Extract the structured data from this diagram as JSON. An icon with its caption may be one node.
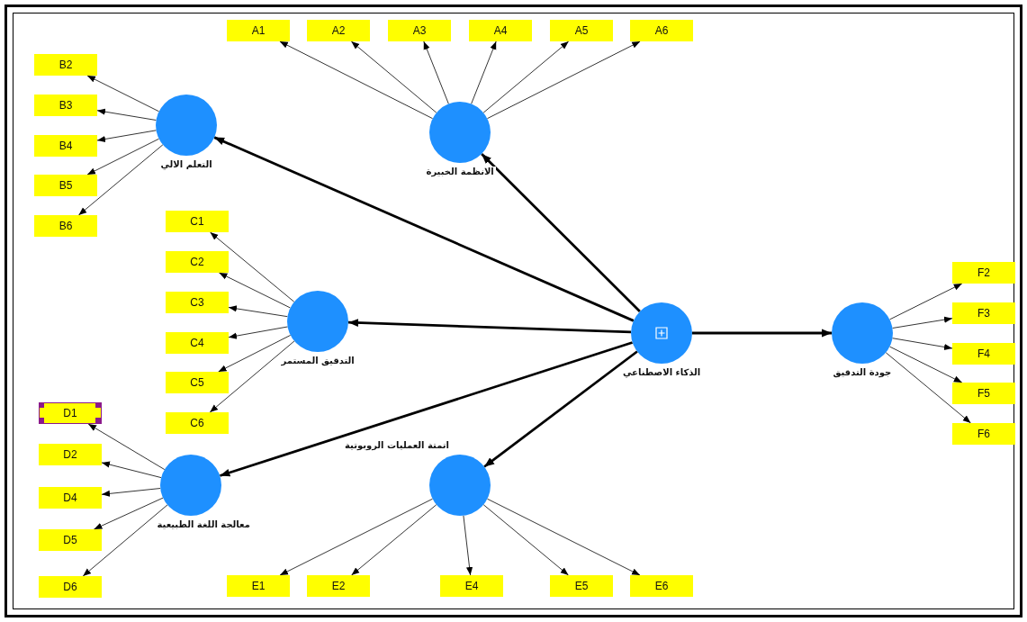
{
  "diagram": {
    "nodes": [
      {
        "text": [
          "الذكاء الاصطناعي"
        ]
      },
      {
        "text": [
          "الانظمة الخبيرة"
        ]
      },
      {
        "text": [
          "التعلم الالي"
        ]
      },
      {
        "text": [
          "التدقيق المستمر"
        ]
      },
      {
        "text": [
          "معالجة اللغة الطبيعية"
        ]
      },
      {
        "text": [
          "اتمتة العمليات الروبوتية"
        ]
      },
      {
        "text": [
          "جودة التدقيق"
        ]
      },
      {
        "text": [
          "A1"
        ]
      },
      {
        "text": [
          "A2"
        ]
      },
      {
        "text": [
          "A3"
        ]
      },
      {
        "text": [
          "A4"
        ]
      },
      {
        "text": [
          "A5"
        ]
      },
      {
        "text": [
          "A6"
        ]
      },
      {
        "text": [
          "B2"
        ]
      },
      {
        "text": [
          "B3"
        ]
      },
      {
        "text": [
          "B4"
        ]
      },
      {
        "text": [
          "B5"
        ]
      },
      {
        "text": [
          "B6"
        ]
      },
      {
        "text": [
          "C1"
        ]
      },
      {
        "text": [
          "C2"
        ]
      },
      {
        "text": [
          "C3"
        ]
      },
      {
        "text": [
          "C4"
        ]
      },
      {
        "text": [
          "C5"
        ]
      },
      {
        "text": [
          "C6"
        ]
      },
      {
        "text": [
          "D1"
        ]
      },
      {
        "text": [
          "D2"
        ]
      },
      {
        "text": [
          "D4"
        ]
      },
      {
        "text": [
          "D5"
        ]
      },
      {
        "text": [
          "D6"
        ]
      },
      {
        "text": [
          "E1"
        ]
      },
      {
        "text": [
          "E2"
        ]
      },
      {
        "text": [
          "E4"
        ]
      },
      {
        "text": [
          "E5"
        ]
      },
      {
        "text": [
          "E6"
        ]
      },
      {
        "text": [
          "F2"
        ]
      },
      {
        "text": [
          "F3"
        ]
      },
      {
        "text": [
          "F4"
        ]
      },
      {
        "text": [
          "F5"
        ]
      },
      {
        "text": [
          "F6"
        ]
      }
    ],
    "edges": [
      {
        "from": 0,
        "to": 1,
        "arrow": "to",
        "style": "thick"
      },
      {
        "from": 0,
        "to": 2,
        "arrow": "to",
        "style": "thick"
      },
      {
        "from": 0,
        "to": 3,
        "arrow": "to",
        "style": "thick"
      },
      {
        "from": 0,
        "to": 4,
        "arrow": "to",
        "style": "thick"
      },
      {
        "from": 0,
        "to": 5,
        "arrow": "to",
        "style": "thick"
      },
      {
        "from": 0,
        "to": 6,
        "arrow": "to",
        "style": "thick"
      },
      {
        "from": 1,
        "to": 7,
        "arrow": "to"
      },
      {
        "from": 1,
        "to": 8,
        "arrow": "to"
      },
      {
        "from": 1,
        "to": 9,
        "arrow": "to"
      },
      {
        "from": 1,
        "to": 10,
        "arrow": "to"
      },
      {
        "from": 1,
        "to": 11,
        "arrow": "to"
      },
      {
        "from": 1,
        "to": 12,
        "arrow": "to"
      },
      {
        "from": 2,
        "to": 13,
        "arrow": "to"
      },
      {
        "from": 2,
        "to": 14,
        "arrow": "to"
      },
      {
        "from": 2,
        "to": 15,
        "arrow": "to"
      },
      {
        "from": 2,
        "to": 16,
        "arrow": "to"
      },
      {
        "from": 2,
        "to": 17,
        "arrow": "to"
      },
      {
        "from": 3,
        "to": 18,
        "arrow": "to"
      },
      {
        "from": 3,
        "to": 19,
        "arrow": "to"
      },
      {
        "from": 3,
        "to": 20,
        "arrow": "to"
      },
      {
        "from": 3,
        "to": 21,
        "arrow": "to"
      },
      {
        "from": 3,
        "to": 22,
        "arrow": "to"
      },
      {
        "from": 3,
        "to": 23,
        "arrow": "to"
      },
      {
        "from": 4,
        "to": 24,
        "arrow": "to"
      },
      {
        "from": 4,
        "to": 25,
        "arrow": "to"
      },
      {
        "from": 4,
        "to": 26,
        "arrow": "to"
      },
      {
        "from": 4,
        "to": 27,
        "arrow": "to"
      },
      {
        "from": 4,
        "to": 28,
        "arrow": "to"
      },
      {
        "from": 5,
        "to": 29,
        "arrow": "to"
      },
      {
        "from": 5,
        "to": 30,
        "arrow": "to"
      },
      {
        "from": 5,
        "to": 31,
        "arrow": "to"
      },
      {
        "from": 5,
        "to": 32,
        "arrow": "to"
      },
      {
        "from": 5,
        "to": 33,
        "arrow": "to"
      },
      {
        "from": 6,
        "to": 34,
        "arrow": "to"
      },
      {
        "from": 6,
        "to": 35,
        "arrow": "to"
      },
      {
        "from": 6,
        "to": 36,
        "arrow": "to"
      },
      {
        "from": 6,
        "to": 37,
        "arrow": "to"
      },
      {
        "from": 6,
        "to": 38,
        "arrow": "to"
      }
    ]
  }
}
